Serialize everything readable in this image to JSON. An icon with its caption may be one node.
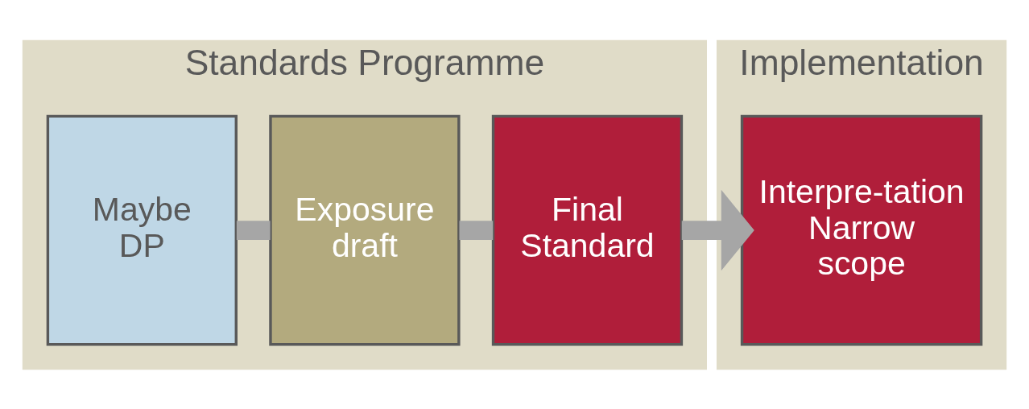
{
  "diagram": {
    "nodes": [
      {
        "text": [
          "Standards Programme"
        ]
      },
      {
        "text": [
          "Maybe DP"
        ],
        "in": 0
      },
      {
        "text": [
          "Exposure draft"
        ],
        "in": 0
      },
      {
        "text": [
          "Final Standard"
        ],
        "in": 0
      },
      {
        "text": [
          "Implementation"
        ]
      },
      {
        "text": [
          "Interpre-tation Narrow scope"
        ],
        "in": 4
      }
    ],
    "edges": [
      {
        "from": 1,
        "to": 2,
        "arrow": "none"
      },
      {
        "from": 2,
        "to": 3,
        "arrow": "none"
      },
      {
        "from": 3,
        "to": 5,
        "arrow": "to"
      }
    ]
  }
}
